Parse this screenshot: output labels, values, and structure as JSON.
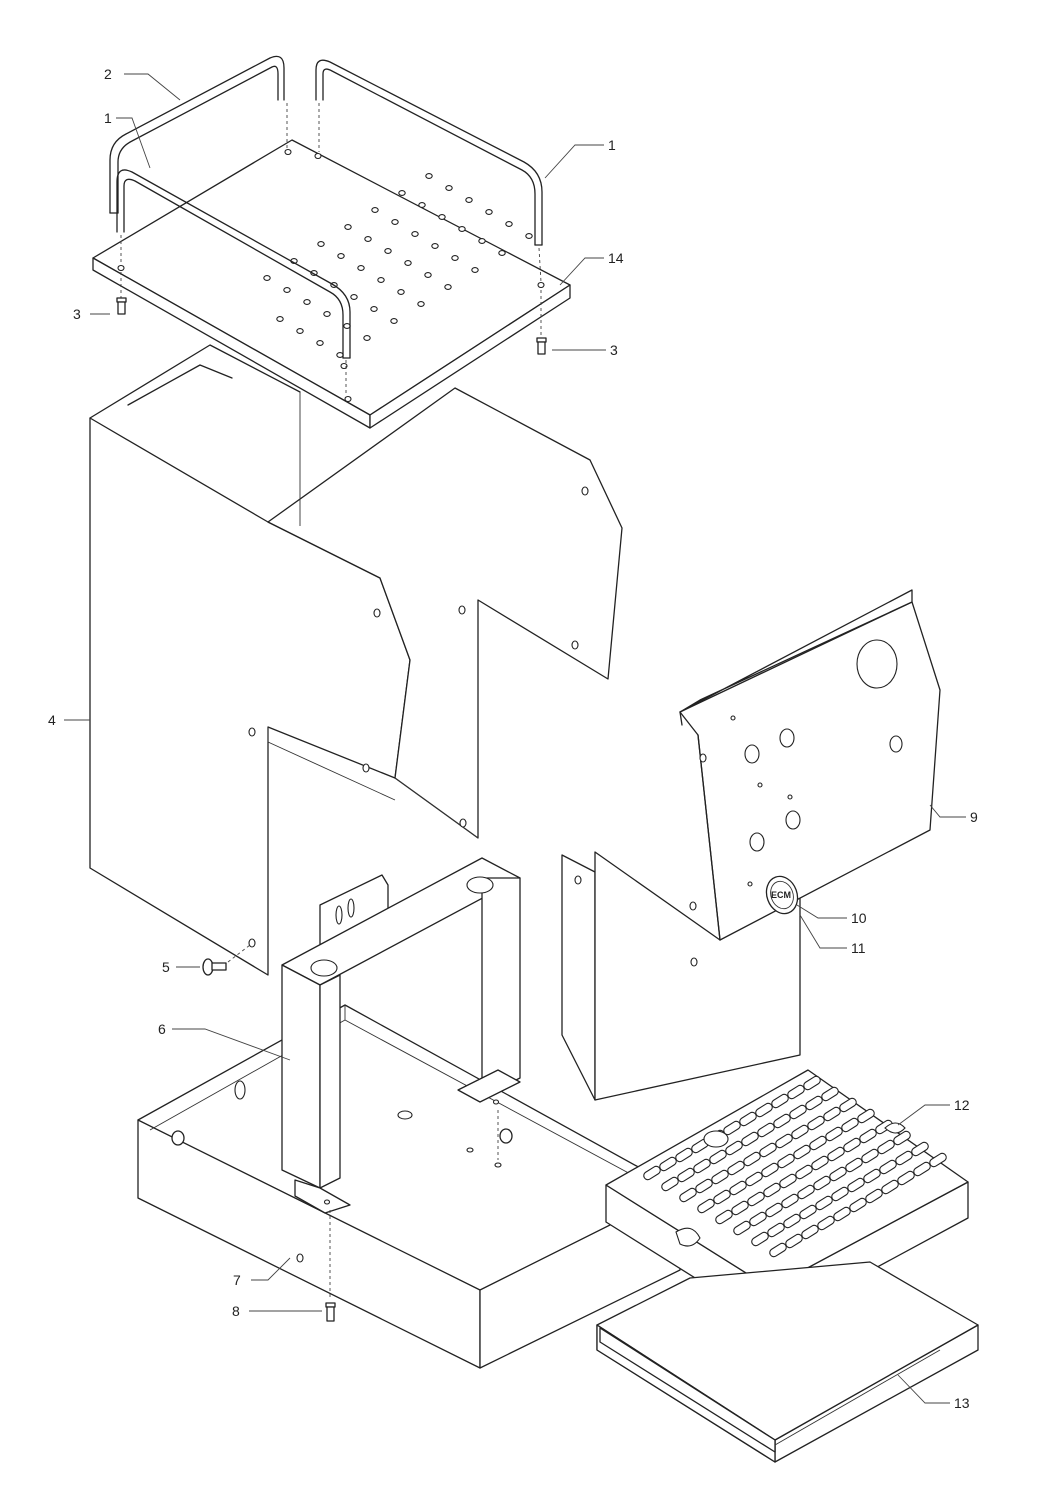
{
  "diagram": {
    "part_labels": [
      "1",
      "1",
      "2",
      "3",
      "3",
      "4",
      "5",
      "6",
      "7",
      "8",
      "9",
      "10",
      "11",
      "12",
      "13",
      "14"
    ],
    "logo_text": "ECM"
  }
}
